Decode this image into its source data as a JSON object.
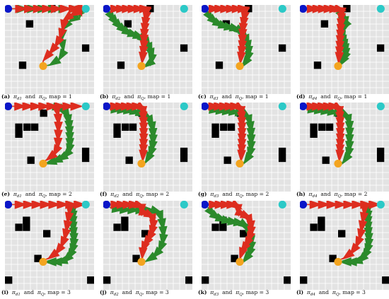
{
  "figure": {
    "colors": {
      "background": "#e3e3e3",
      "grid": "#ffffff",
      "obstacle": "#000000",
      "start": "#0a16c8",
      "goal": "#2cc9c7",
      "current": "#f3a41f",
      "path_pi_d": "#dd2d1f",
      "path_pi_q": "#2b8a2b"
    },
    "panels": [
      {
        "label": "(a)",
        "pi_sub": "d1",
        "q_sub": "Q",
        "map": "1",
        "map_id": 1,
        "variant": 1
      },
      {
        "label": "(b)",
        "pi_sub": "d2",
        "q_sub": "Q",
        "map": "1",
        "map_id": 1,
        "variant": 2
      },
      {
        "label": "(c)",
        "pi_sub": "d3",
        "q_sub": "Q",
        "map": "1",
        "map_id": 1,
        "variant": 3
      },
      {
        "label": "(d)",
        "pi_sub": "d4",
        "q_sub": "Q",
        "map": "1",
        "map_id": 1,
        "variant": 4
      },
      {
        "label": "(e)",
        "pi_sub": "d1",
        "q_sub": "Q",
        "map": "2",
        "map_id": 2,
        "variant": 1
      },
      {
        "label": "(f)",
        "pi_sub": "d2",
        "q_sub": "Q",
        "map": "2",
        "map_id": 2,
        "variant": 2
      },
      {
        "label": "(g)",
        "pi_sub": "d3",
        "q_sub": "Q",
        "map": "2",
        "map_id": 2,
        "variant": 3
      },
      {
        "label": "(h)",
        "pi_sub": "d4",
        "q_sub": "Q",
        "map": "2",
        "map_id": 2,
        "variant": 4
      },
      {
        "label": "(i)",
        "pi_sub": "d1",
        "q_sub": "Q",
        "map": "3",
        "map_id": 3,
        "variant": 1
      },
      {
        "label": "(j)",
        "pi_sub": "d2",
        "q_sub": "Q",
        "map": "3",
        "map_id": 3,
        "variant": 2
      },
      {
        "label": "(k)",
        "pi_sub": "d3",
        "q_sub": "Q",
        "map": "3",
        "map_id": 3,
        "variant": 3
      },
      {
        "label": "(l)",
        "pi_sub": "d4",
        "q_sub": "Q",
        "map": "3",
        "map_id": 3,
        "variant": 4
      }
    ],
    "caption_words": {
      "pi": "π",
      "and": "and",
      "map": "map ="
    }
  }
}
